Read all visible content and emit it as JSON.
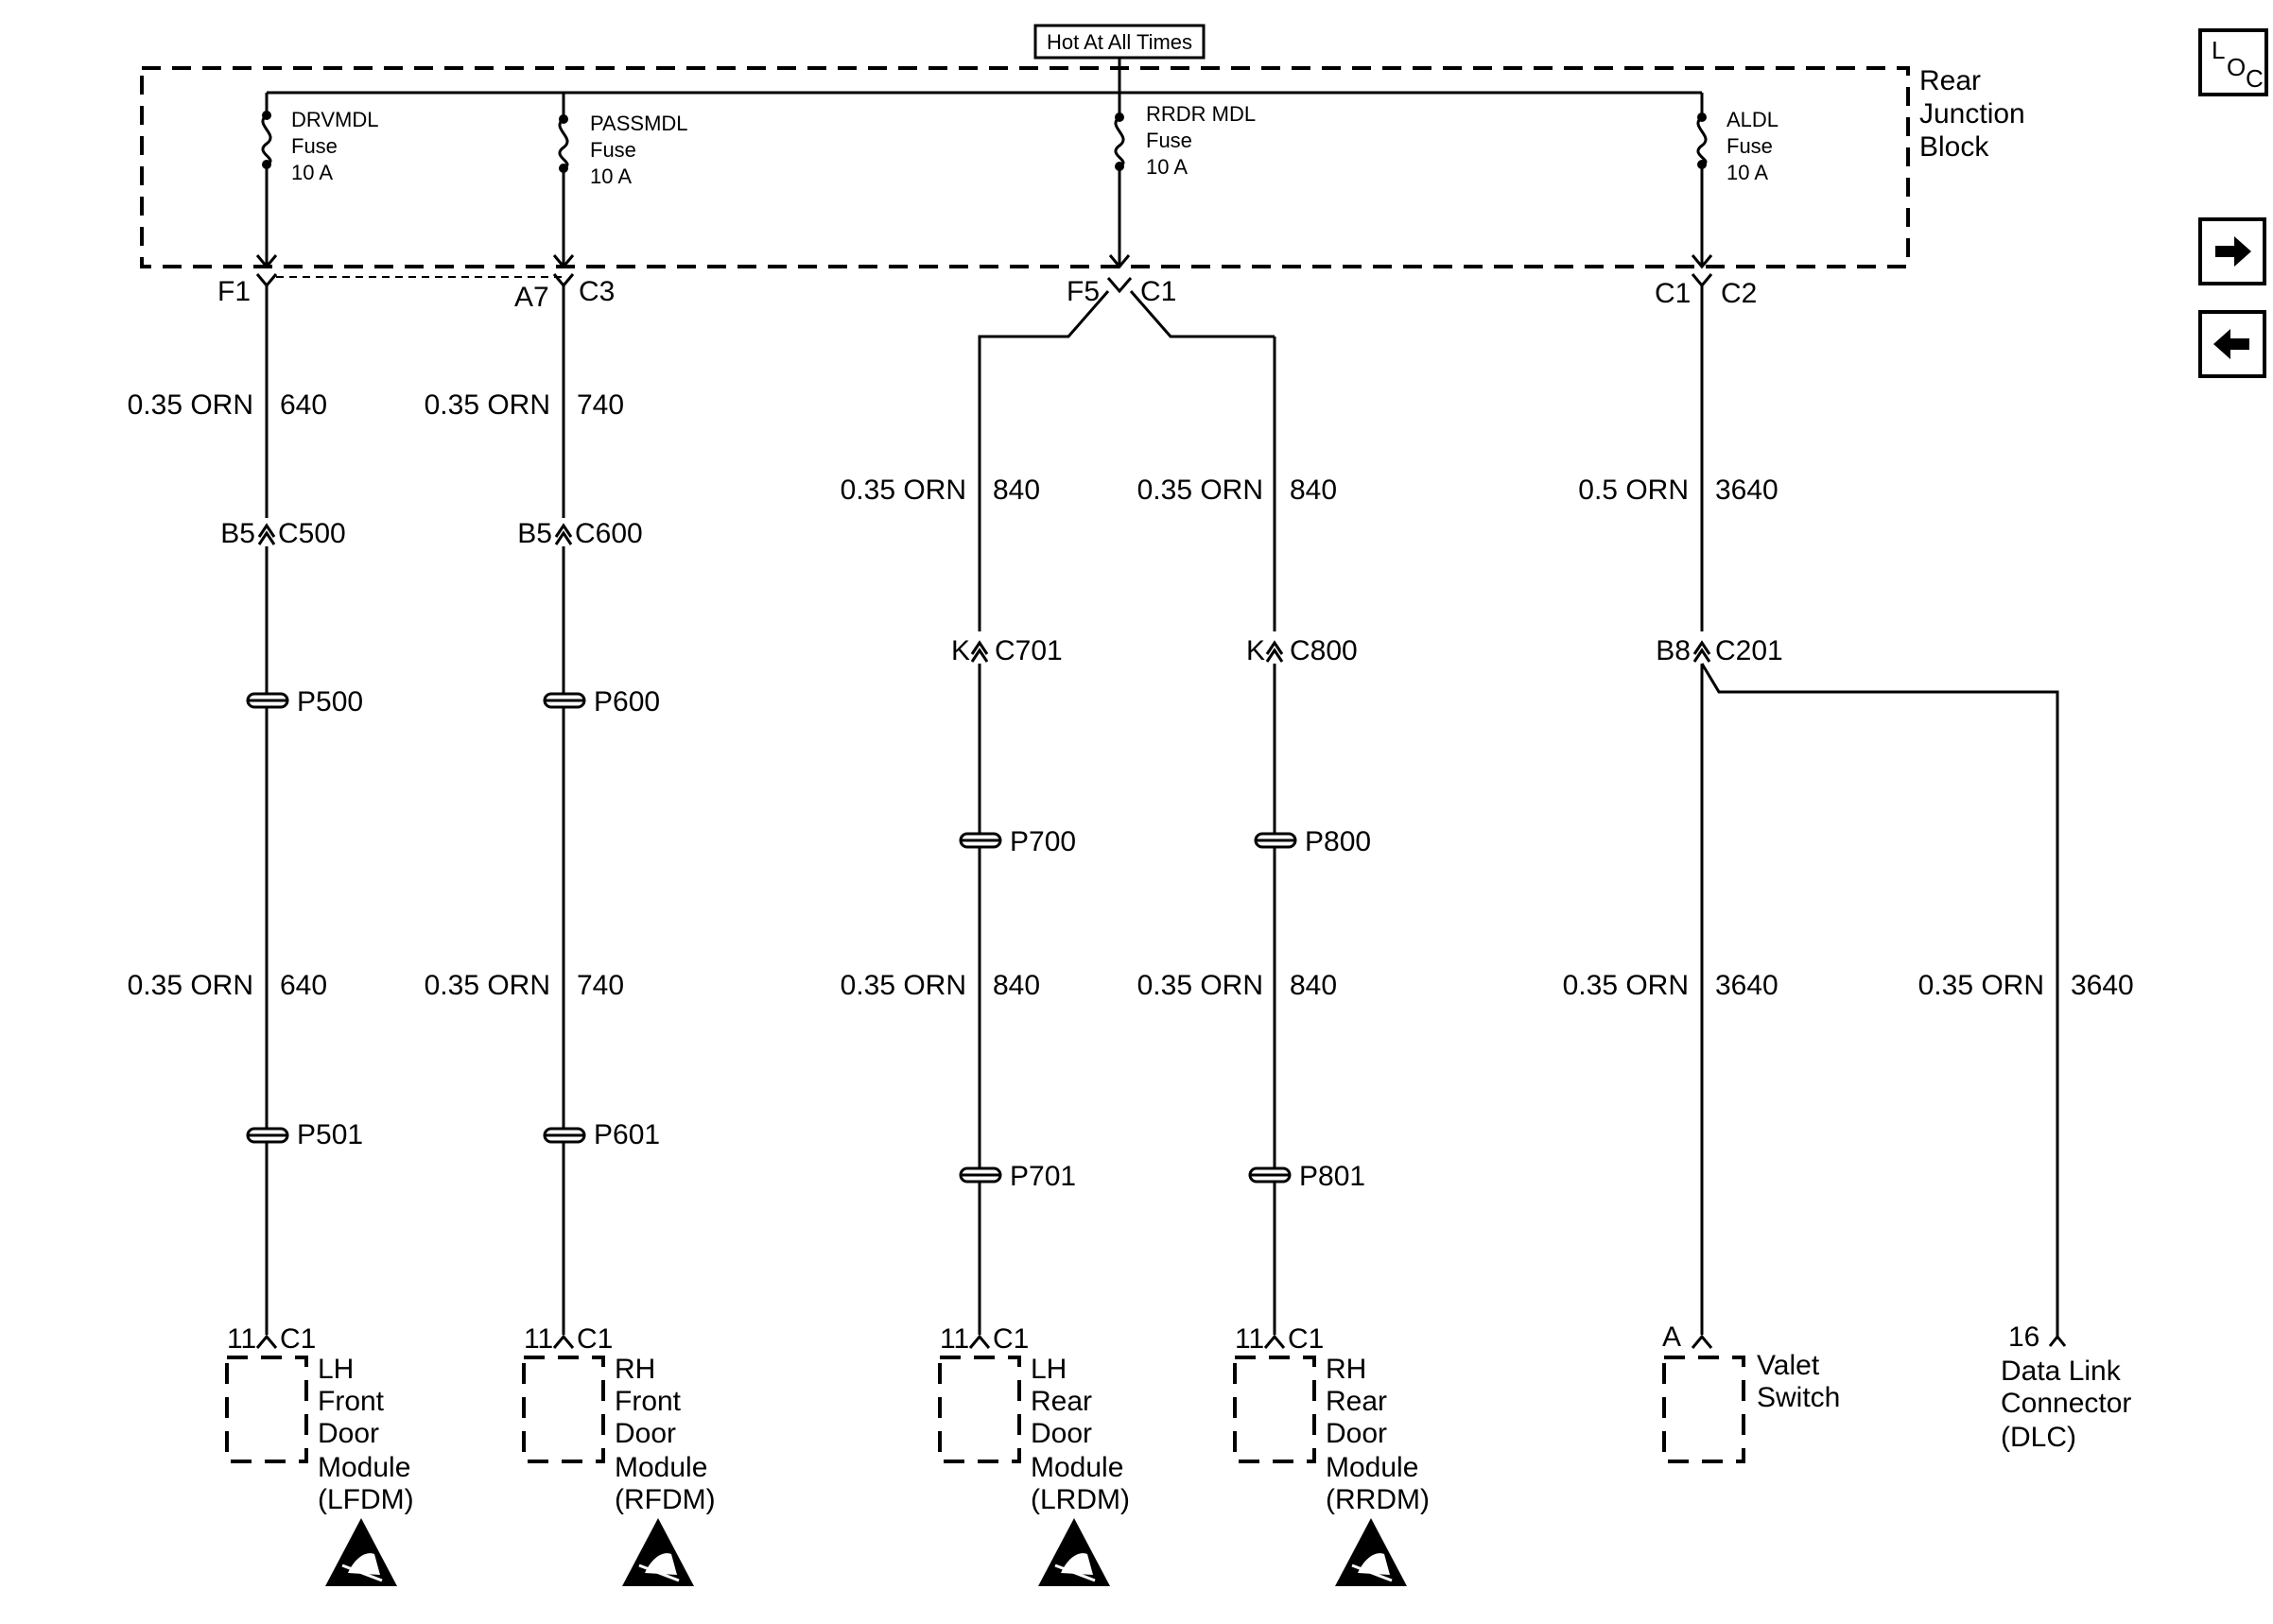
{
  "header": {
    "supply_label": "Hot At All Times"
  },
  "junction_block": {
    "label": [
      "Rear",
      "Junction",
      "Block"
    ]
  },
  "fuses": [
    {
      "name": "DRVMDL",
      "word": "Fuse",
      "rating": "10 A"
    },
    {
      "name": "PASSMDL",
      "word": "Fuse",
      "rating": "10 A"
    },
    {
      "name": "RRDR MDL",
      "word": "Fuse",
      "rating": "10 A"
    },
    {
      "name": "ALDL",
      "word": "Fuse",
      "rating": "10 A"
    }
  ],
  "block_connectors": [
    {
      "left": "F1",
      "right": ""
    },
    {
      "left": "A7",
      "right": "C3"
    },
    {
      "left": "F5",
      "right": "C1"
    },
    {
      "left": "C1",
      "right": "C2"
    }
  ],
  "wires": [
    {
      "upper": {
        "gauge": "0.35 ORN",
        "circuit": "640"
      },
      "lower": {
        "gauge": "0.35 ORN",
        "circuit": "640"
      }
    },
    {
      "upper": {
        "gauge": "0.35 ORN",
        "circuit": "740"
      },
      "lower": {
        "gauge": "0.35 ORN",
        "circuit": "740"
      }
    },
    {
      "upper": {
        "gauge": "0.35 ORN",
        "circuit": "840"
      },
      "lower": {
        "gauge": "0.35 ORN",
        "circuit": "840"
      }
    },
    {
      "upper": {
        "gauge": "0.35 ORN",
        "circuit": "840"
      },
      "lower": {
        "gauge": "0.35 ORN",
        "circuit": "840"
      }
    },
    {
      "upper": {
        "gauge": "0.5 ORN",
        "circuit": "3640"
      },
      "lower": {
        "gauge": "0.35 ORN",
        "circuit": "3640"
      }
    },
    {
      "upper": null,
      "lower": {
        "gauge": "0.35 ORN",
        "circuit": "3640"
      }
    }
  ],
  "inline_connectors": [
    {
      "left": "B5",
      "right": "C500"
    },
    {
      "left": "B5",
      "right": "C600"
    },
    {
      "left": "K",
      "right": "C701"
    },
    {
      "left": "K",
      "right": "C800"
    },
    {
      "left": "B8",
      "right": "C201"
    }
  ],
  "pass_throughs": [
    [
      "P500",
      "P501"
    ],
    [
      "P600",
      "P601"
    ],
    [
      "P700",
      "P701"
    ],
    [
      "P800",
      "P801"
    ]
  ],
  "components": [
    {
      "pin": "11",
      "conn": "C1",
      "lines": [
        "LH",
        "Front",
        "Door",
        "Module",
        "(LFDM)"
      ],
      "esd": true
    },
    {
      "pin": "11",
      "conn": "C1",
      "lines": [
        "RH",
        "Front",
        "Door",
        "Module",
        "(RFDM)"
      ],
      "esd": true
    },
    {
      "pin": "11",
      "conn": "C1",
      "lines": [
        "LH",
        "Rear",
        "Door",
        "Module",
        "(LRDM)"
      ],
      "esd": true
    },
    {
      "pin": "11",
      "conn": "C1",
      "lines": [
        "RH",
        "Rear",
        "Door",
        "Module",
        "(RRDM)"
      ],
      "esd": true
    },
    {
      "pin": "A",
      "conn": "",
      "lines": [
        "Valet",
        "Switch"
      ],
      "esd": false
    },
    {
      "pin": "16",
      "conn": "",
      "lines": [
        "Data Link",
        "Connector",
        "(DLC)"
      ],
      "esd": false
    }
  ],
  "nav": {
    "loc_top": "L",
    "loc_bottom_o": "O",
    "loc_bottom_c": "C",
    "next_icon": "arrow-right-icon",
    "prev_icon": "arrow-left-icon"
  }
}
